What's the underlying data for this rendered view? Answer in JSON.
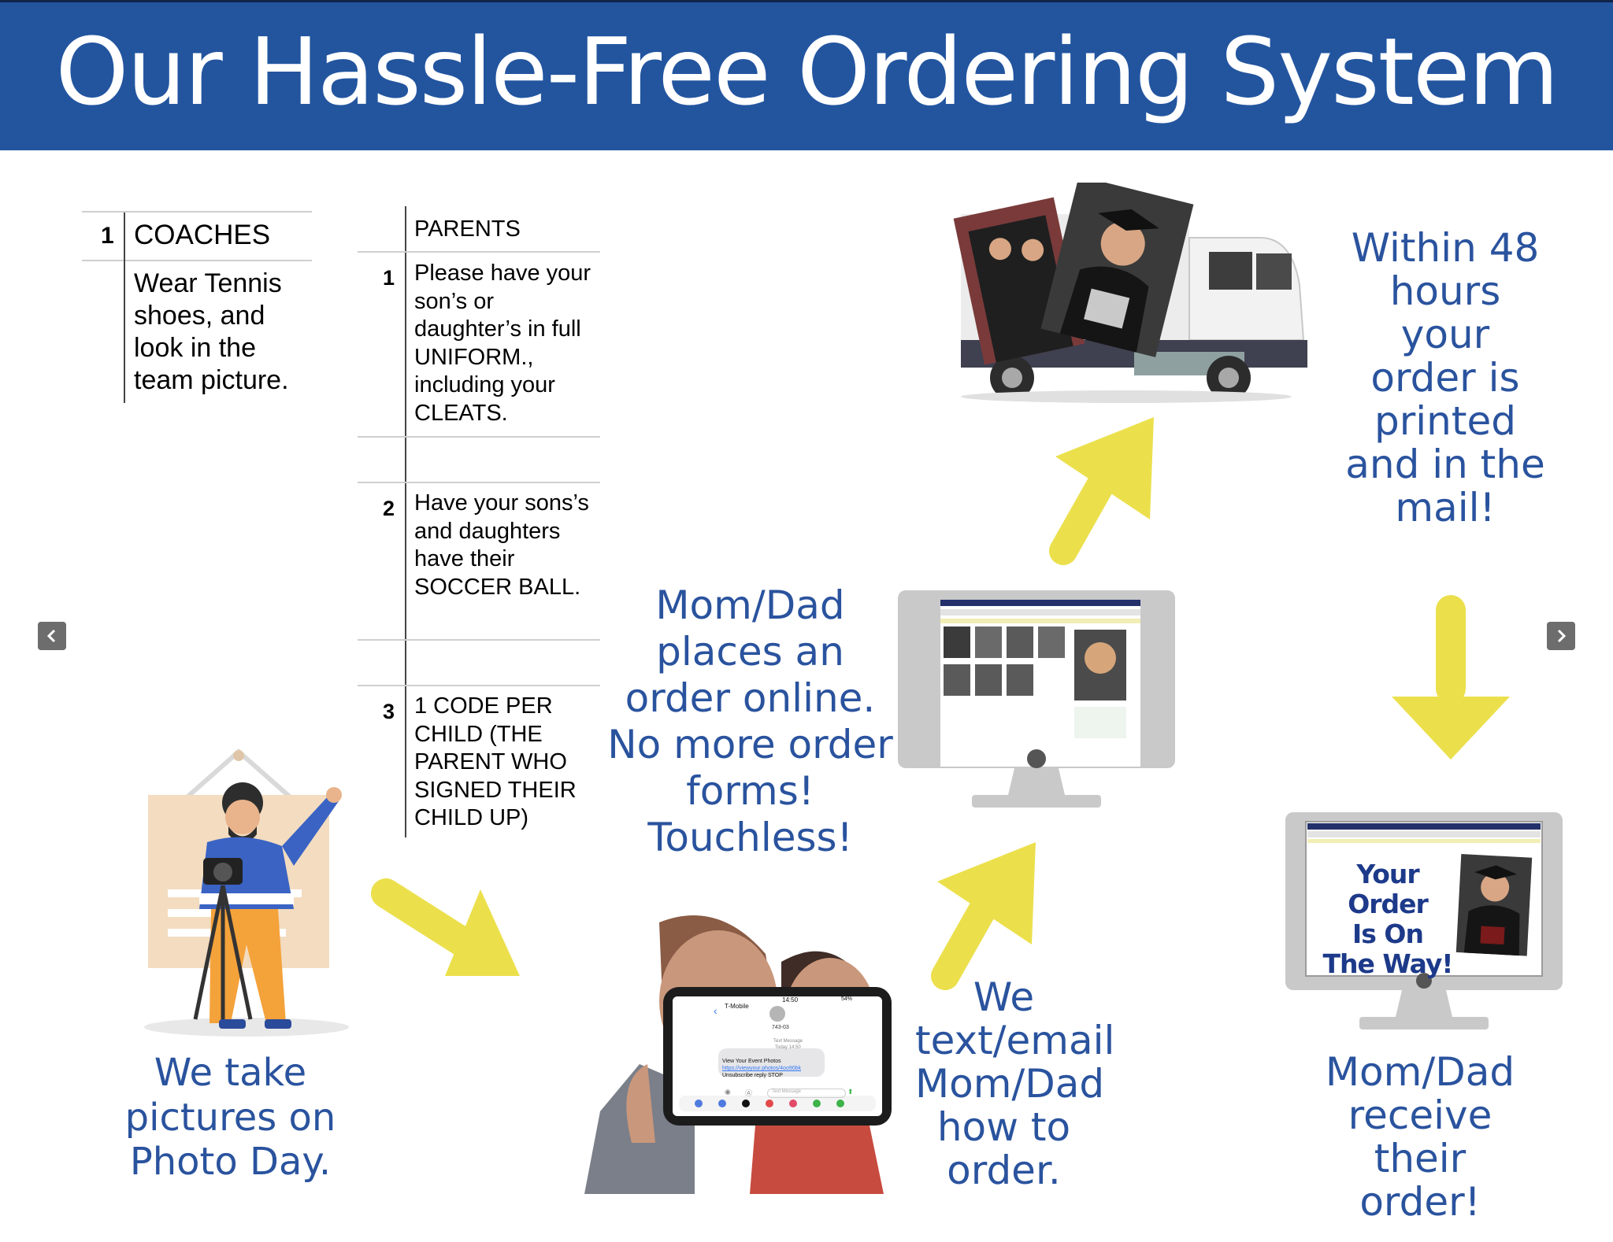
{
  "header": {
    "title": "Our Hassle-Free Ordering System"
  },
  "coaches": {
    "number": "1",
    "heading": "COACHES",
    "text": "Wear Tennis shoes, and look in the team picture."
  },
  "parents": {
    "heading": "PARENTS",
    "items": [
      {
        "number": "1",
        "text": "Please have your son’s or daughter’s  in full UNIFORM., including your CLEATS."
      },
      {
        "number": "2",
        "text": "Have your sons’s and daughters have their SOCCER BALL."
      },
      {
        "number": "3",
        "text": "1 CODE PER CHILD (THE PARENT WHO SIGNED THEIR CHILD UP)"
      }
    ]
  },
  "steps": {
    "photo_day": "We take pictures on Photo Day.",
    "online_order": "Mom/Dad places an order online. No more order forms! Touchless!",
    "text_email": "We text/email Mom/Dad how to order.",
    "printed": "Within 48 hours your order is printed and in the mail!",
    "receive": "Mom/Dad receive their order!"
  },
  "promo": {
    "line1": "Your Order",
    "line2": "Is On",
    "line3": "The Way!"
  },
  "phone": {
    "carrier": "T-Mobile",
    "time": "14:50",
    "battery": "54%",
    "contact": "743-03",
    "thread_label": "Text Message",
    "thread_time": "Today 14:50",
    "message_title": "View Your Event Photos",
    "message_link": "https://viewyour.photos/4oo90bk",
    "message_footer": "Unsubscribe reply STOP",
    "input_placeholder": "Text Message"
  },
  "colors": {
    "banner": "#23559f",
    "caption": "#2a539e",
    "arrow": "#ebe04c",
    "monitor": "#c9c9c9"
  },
  "icons": {
    "prev": "chevron-left-icon",
    "next": "chevron-right-icon"
  }
}
